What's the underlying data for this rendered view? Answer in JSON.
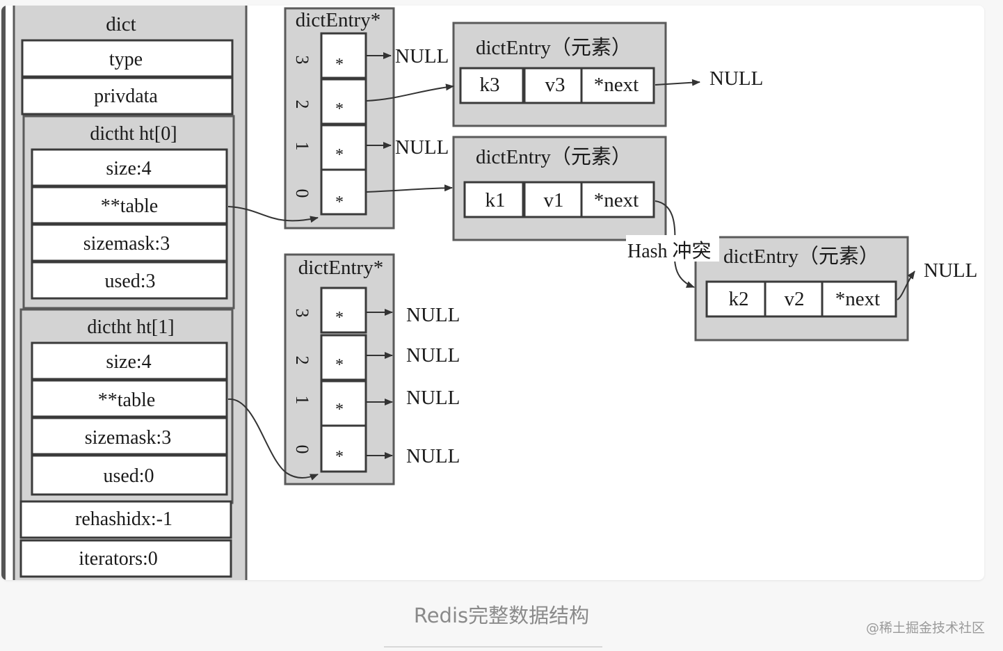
{
  "dict": {
    "title": "dict",
    "type": "type",
    "privdata": "privdata",
    "ht0": {
      "title": "dictht ht[0]",
      "size": "size:4",
      "table": "**table",
      "sizemask": "sizemask:3",
      "used": "used:3"
    },
    "ht1": {
      "title": "dictht ht[1]",
      "size": "size:4",
      "table": "**table",
      "sizemask": "sizemask:3",
      "used": "used:0"
    },
    "rehashidx": "rehashidx:-1",
    "iterators": "iterators:0"
  },
  "table0": {
    "title": "dictEntry*",
    "indices": [
      "3",
      "2",
      "1",
      "0"
    ],
    "pointers": [
      "*",
      "*",
      "*",
      "*"
    ],
    "null3": "NULL",
    "null1": "NULL"
  },
  "table1": {
    "title": "dictEntry*",
    "indices": [
      "3",
      "2",
      "1",
      "0"
    ],
    "pointers": [
      "*",
      "*",
      "*",
      "*"
    ],
    "nulls": [
      "NULL",
      "NULL",
      "NULL",
      "NULL"
    ]
  },
  "entries": [
    {
      "title": "dictEntry（元素）",
      "key": "k3",
      "value": "v3",
      "next": "*next",
      "null": "NULL"
    },
    {
      "title": "dictEntry（元素）",
      "key": "k1",
      "value": "v1",
      "next": "*next"
    },
    {
      "title": "dictEntry（元素）",
      "key": "k2",
      "value": "v2",
      "next": "*next",
      "null": "NULL"
    }
  ],
  "hash_conflict_label": "Hash 冲突",
  "caption": "Redis完整数据结构",
  "watermark": "@稀土掘金技术社区"
}
